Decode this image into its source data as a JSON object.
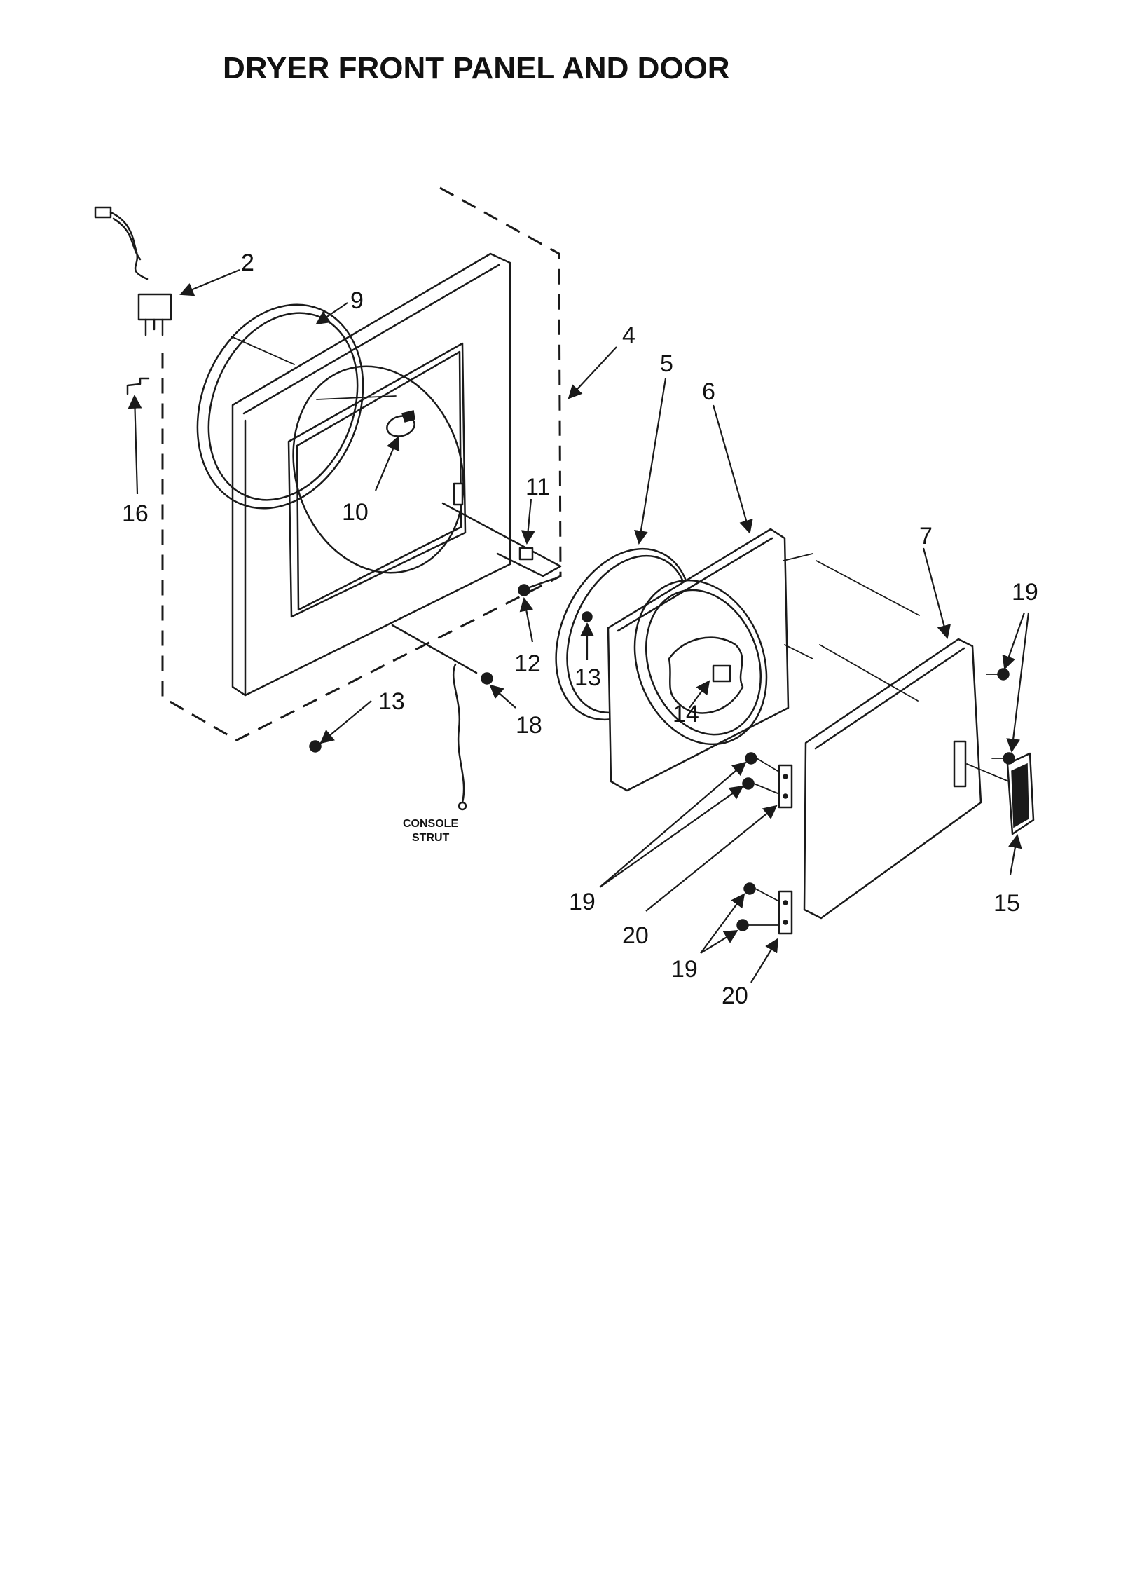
{
  "title": "DRYER FRONT PANEL AND DOOR",
  "callouts": {
    "c2": "2",
    "c4": "4",
    "c5": "5",
    "c6": "6",
    "c7": "7",
    "c9": "9",
    "c10": "10",
    "c11": "11",
    "c12": "12",
    "c13a": "13",
    "c13b": "13",
    "c14": "14",
    "c15": "15",
    "c16": "16",
    "c18": "18",
    "c19a": "19",
    "c19b": "19",
    "c19c": "19",
    "c20a": "20",
    "c20b": "20"
  },
  "notes": {
    "console_line1": "CONSOLE",
    "console_line2": "STRUT"
  },
  "colors": {
    "ink": "#1a1a1a",
    "paper": "#ffffff"
  }
}
